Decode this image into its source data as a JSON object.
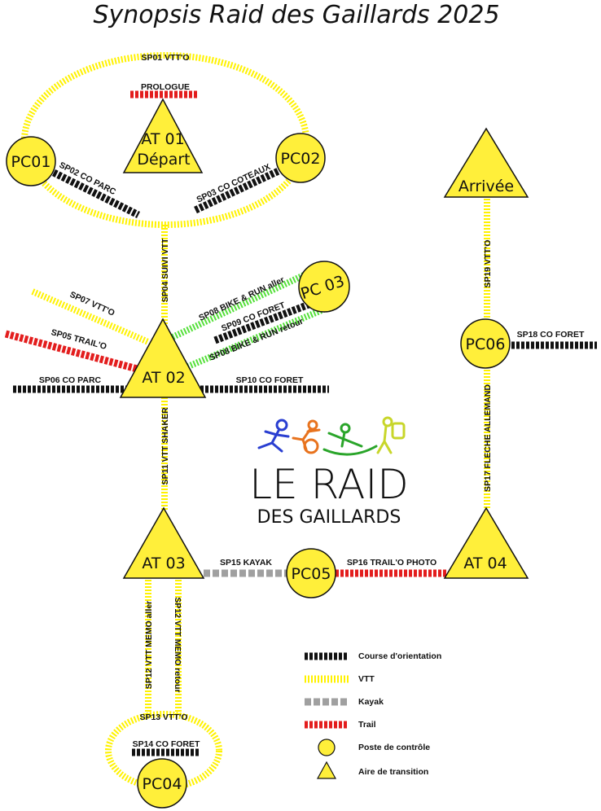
{
  "title": "Synopsis Raid des Gaillards 2025",
  "colors": {
    "vtt": "#fff200",
    "co_dark": "#111111",
    "co_light": "#ffffff",
    "kayak_dark": "#a0a0a0",
    "kayak_light": "#ffffff",
    "trail_dark": "#e31d1d",
    "trail_light": "#ffffff",
    "bike_run": "#55e03a",
    "node_fill": "#ffef3a",
    "node_stroke": "#111111"
  },
  "nodes": {
    "at01_line1": "AT 01",
    "at01_line2": "Départ",
    "at02": "AT 02",
    "at03": "AT 03",
    "at04": "AT 04",
    "arrivee": "Arrivée",
    "pc01": "PC01",
    "pc02": "PC02",
    "pc03": "PC 03",
    "pc04": "PC04",
    "pc05": "PC05",
    "pc06": "PC06"
  },
  "segments": {
    "prologue": "PROLOGUE",
    "sp01": "SP01 VTT'O",
    "sp02": "SP02 CO PARC",
    "sp03": "SP03 CO COTEAUX",
    "sp04": "SP04 SUIVI VTT",
    "sp05": "SP05 TRAIL'O",
    "sp06": "SP06 CO PARC",
    "sp07": "SP07 VTT'O",
    "sp08_aller": "SP08 BIKE & RUN aller",
    "sp08_retour": "SP08 BIKE & RUN retour",
    "sp09": "SP09 CO FORET",
    "sp10": "SP10 CO FORET",
    "sp11": "SP11 VTT SHAKER",
    "sp12_aller": "SP12 VTT MEMO aller",
    "sp12_retour": "SP12 VTT MEMO retour",
    "sp13": "SP13 VTT'O",
    "sp14": "SP14 CO FORET",
    "sp15": "SP15  KAYAK",
    "sp16": "SP16 TRAIL'O PHOTO",
    "sp17": "SP17 FLECHE ALLEMAND",
    "sp18": "SP18 CO FORET",
    "sp19": "SP19  VTT'O"
  },
  "logo": {
    "main": "LE RAID",
    "sub": "DES GAILLARDS"
  },
  "legend": [
    {
      "label": "Course d'orientation",
      "kind": "co"
    },
    {
      "label": "VTT",
      "kind": "vtt"
    },
    {
      "label": "Kayak",
      "kind": "kayak"
    },
    {
      "label": "Trail",
      "kind": "trail"
    },
    {
      "label": "Poste de contrôle",
      "kind": "circle"
    },
    {
      "label": "Aire de transition",
      "kind": "triangle"
    }
  ]
}
